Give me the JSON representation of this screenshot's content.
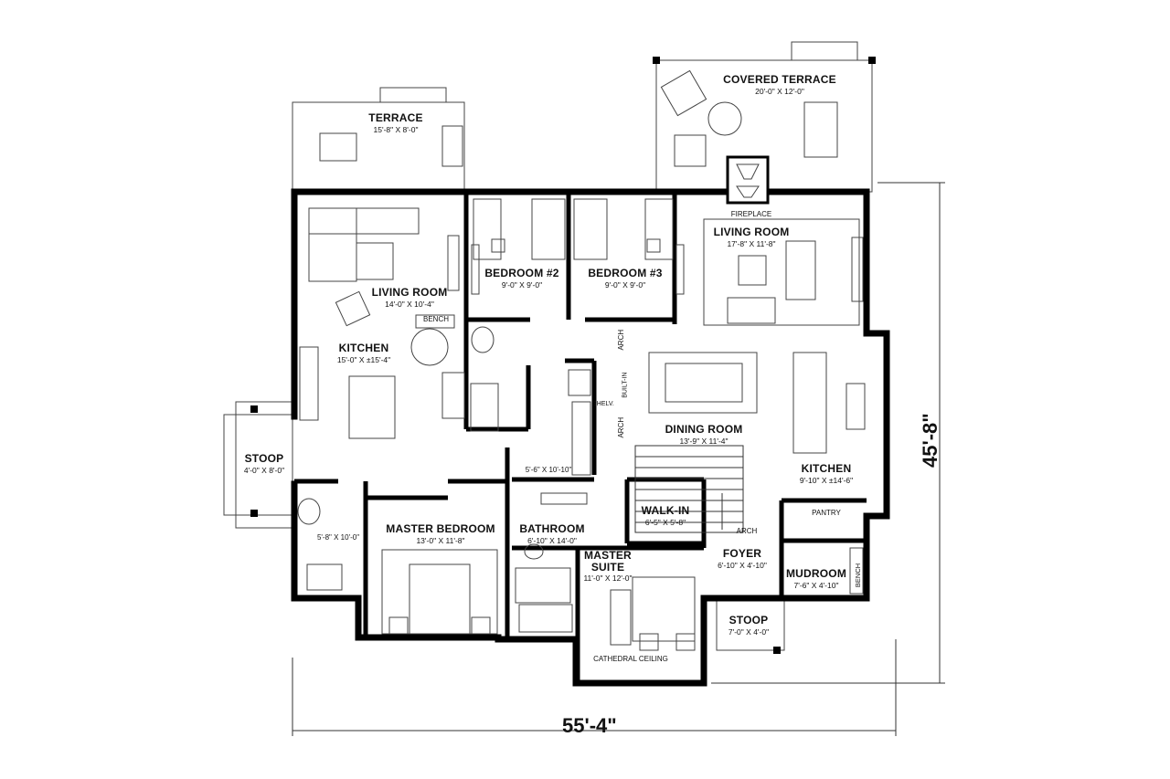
{
  "rooms": [
    {
      "id": "covered-terrace",
      "name": "COVERED TERRACE",
      "dims": "20'-0\" X 12'-0\""
    },
    {
      "id": "terrace",
      "name": "TERRACE",
      "dims": "15'-8\" X 8'-0\""
    },
    {
      "id": "living-room-right",
      "name": "LIVING ROOM",
      "dims": "17'-8\" X 11'-8\""
    },
    {
      "id": "living-room-left",
      "name": "LIVING ROOM",
      "dims": "14'-0\" X 10'-4\""
    },
    {
      "id": "bedroom-2",
      "name": "BEDROOM #2",
      "dims": "9'-0\" X 9'-0\""
    },
    {
      "id": "bedroom-3",
      "name": "BEDROOM #3",
      "dims": "9'-0\" X 9'-0\""
    },
    {
      "id": "kitchen-left",
      "name": "KITCHEN",
      "dims": "15'-0\" X ±15'-4\""
    },
    {
      "id": "dining-room",
      "name": "DINING ROOM",
      "dims": "13'-9\" X 11'-4\""
    },
    {
      "id": "kitchen-right",
      "name": "KITCHEN",
      "dims": "9'-10\" X ±14'-6\""
    },
    {
      "id": "stoop-left",
      "name": "STOOP",
      "dims": "4'-0\" X 8'-0\""
    },
    {
      "id": "master-bedroom",
      "name": "MASTER BEDROOM",
      "dims": "13'-0\" X 11'-8\""
    },
    {
      "id": "bathroom",
      "name": "BATHROOM",
      "dims": "6'-10\" X 14'-0\""
    },
    {
      "id": "walk-in",
      "name": "WALK-IN",
      "dims": "6'-5\" X 5'-8\""
    },
    {
      "id": "master-suite",
      "name": "MASTER\nSUITE",
      "dims": "11'-0\" X 12'-0\""
    },
    {
      "id": "foyer",
      "name": "FOYER",
      "dims": "6'-10\" X 4'-10\""
    },
    {
      "id": "mudroom",
      "name": "MUDROOM",
      "dims": "7'-6\" X 4'-10\""
    },
    {
      "id": "stoop-front",
      "name": "STOOP",
      "dims": "7'-0\" X 4'-0\""
    }
  ],
  "minor_labels": {
    "fireplace": "FIREPLACE",
    "bench_top": "BENCH",
    "bench_side": "BENCH",
    "pantry": "PANTRY",
    "arch_1": "ARCH",
    "arch_2": "ARCH",
    "arch_3": "ARCH",
    "built_in": "BUILT-IN",
    "shelv": "SHELV.",
    "cathedral": "CATHEDRAL CEILING",
    "hall_dims": "5'-6\" X 10'-10\"",
    "bath_left_dims": "5'-8\" X 10'-0\""
  },
  "overall_dims": {
    "width": "55'-4\"",
    "depth": "45'-8\""
  },
  "colors": {
    "wall": "#000000",
    "line": "#333333",
    "bg": "#ffffff"
  }
}
